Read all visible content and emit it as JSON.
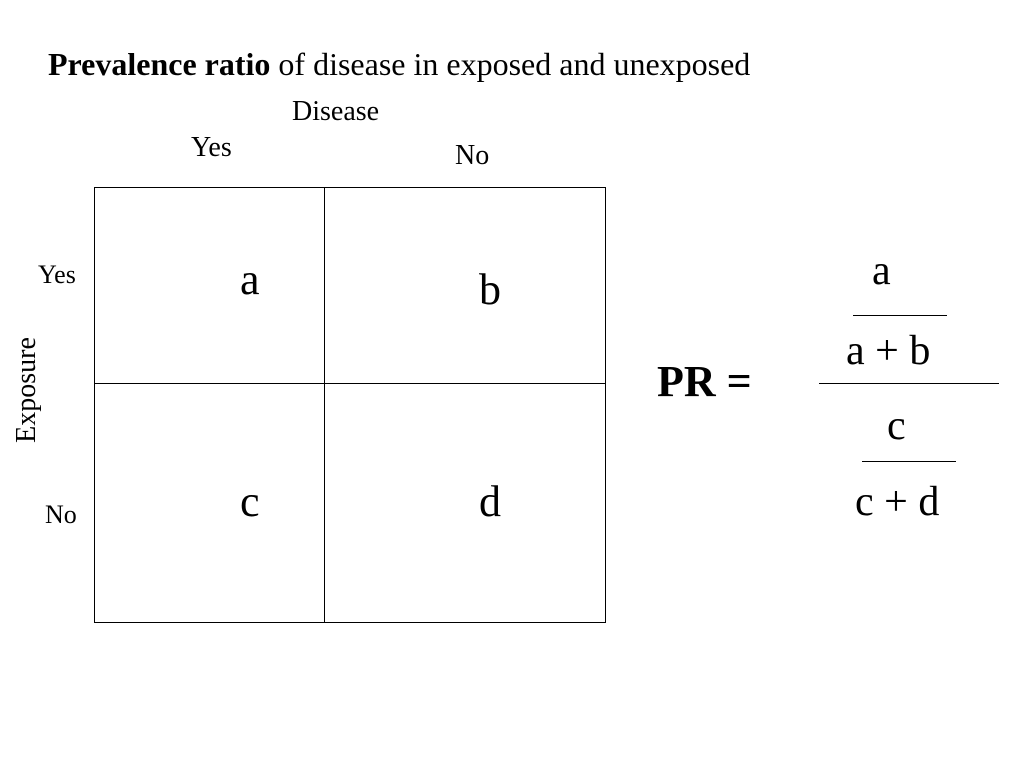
{
  "title": {
    "bold": "Prevalence ratio",
    "rest": " of disease in exposed and unexposed"
  },
  "table": {
    "column_header": "Disease",
    "columns": [
      "Yes",
      "No"
    ],
    "row_header": "Exposure",
    "rows": [
      "Yes",
      "No"
    ],
    "cells": [
      "a",
      "b",
      "c",
      "d"
    ]
  },
  "formula": {
    "label": "PR =",
    "top_numerator": "a",
    "top_denominator": "a + b",
    "bottom_numerator": "c",
    "bottom_denominator": "c + d"
  }
}
